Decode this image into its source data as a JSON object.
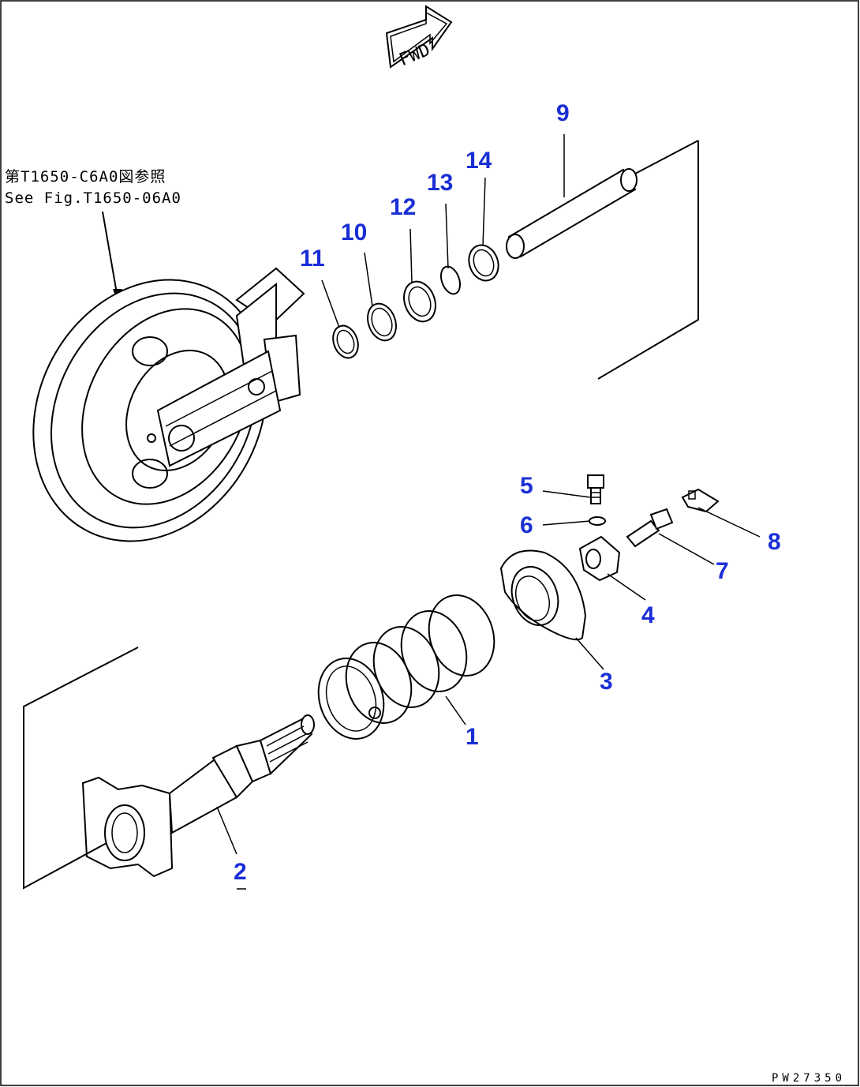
{
  "direction_indicator": {
    "label": "FWD"
  },
  "reference_note": {
    "line_jp": "第T1650-C6A0図参照",
    "line_en": "See Fig.T1650-06A0"
  },
  "callouts": {
    "p1": "1",
    "p2": "2",
    "p3": "3",
    "p4": "4",
    "p5": "5",
    "p6": "6",
    "p7": "7",
    "p8": "8",
    "p9": "9",
    "p10": "10",
    "p11": "11",
    "p12": "12",
    "p13": "13",
    "p14": "14"
  },
  "drawing_number": "PW27350",
  "colors": {
    "callout": "#1a2fd6",
    "line": "#000000",
    "background": "#ffffff"
  }
}
